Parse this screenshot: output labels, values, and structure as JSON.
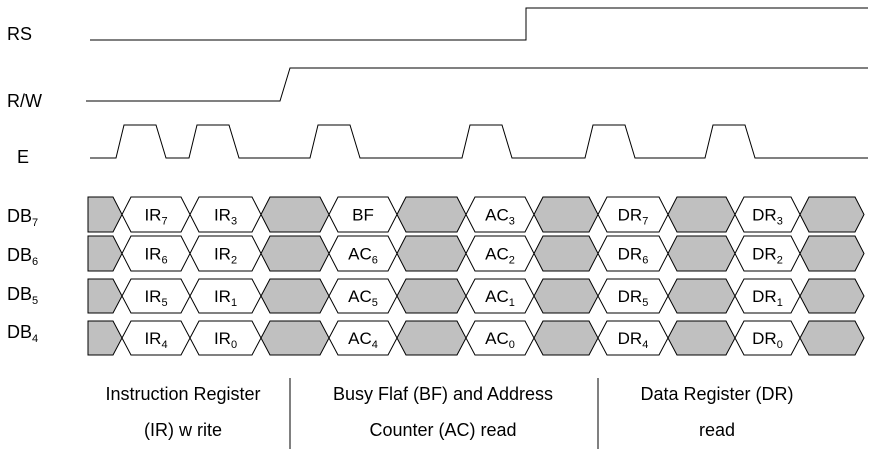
{
  "signals": {
    "rs": "RS",
    "rw": "R/W",
    "e": "E",
    "db7": {
      "base": "DB",
      "sub": "7"
    },
    "db6": {
      "base": "DB",
      "sub": "6"
    },
    "db5": {
      "base": "DB",
      "sub": "5"
    },
    "db4": {
      "base": "DB",
      "sub": "4"
    }
  },
  "bus": {
    "db7": [
      {
        "base": "IR",
        "sub": "7"
      },
      {
        "base": "IR",
        "sub": "3"
      },
      {
        "base": "BF",
        "sub": ""
      },
      {
        "base": "AC",
        "sub": "3"
      },
      {
        "base": "DR",
        "sub": "7"
      },
      {
        "base": "DR",
        "sub": "3"
      }
    ],
    "db6": [
      {
        "base": "IR",
        "sub": "6"
      },
      {
        "base": "IR",
        "sub": "2"
      },
      {
        "base": "AC",
        "sub": "6"
      },
      {
        "base": "AC",
        "sub": "2"
      },
      {
        "base": "DR",
        "sub": "6"
      },
      {
        "base": "DR",
        "sub": "2"
      }
    ],
    "db5": [
      {
        "base": "IR",
        "sub": "5"
      },
      {
        "base": "IR",
        "sub": "1"
      },
      {
        "base": "AC",
        "sub": "5"
      },
      {
        "base": "AC",
        "sub": "1"
      },
      {
        "base": "DR",
        "sub": "5"
      },
      {
        "base": "DR",
        "sub": "1"
      }
    ],
    "db4": [
      {
        "base": "IR",
        "sub": "4"
      },
      {
        "base": "IR",
        "sub": "0"
      },
      {
        "base": "AC",
        "sub": "4"
      },
      {
        "base": "AC",
        "sub": "0"
      },
      {
        "base": "DR",
        "sub": "4"
      },
      {
        "base": "DR",
        "sub": "0"
      }
    ]
  },
  "sections": [
    {
      "line1": "Instruction Register",
      "line2": "(IR) w rite"
    },
    {
      "line1": "Busy Flaf (BF) and Address",
      "line2": "Counter (AC) read"
    },
    {
      "line1": "Data Register (DR)",
      "line2": "read"
    }
  ],
  "colors": {
    "shade": "#c0c0c0",
    "line": "#000000"
  }
}
